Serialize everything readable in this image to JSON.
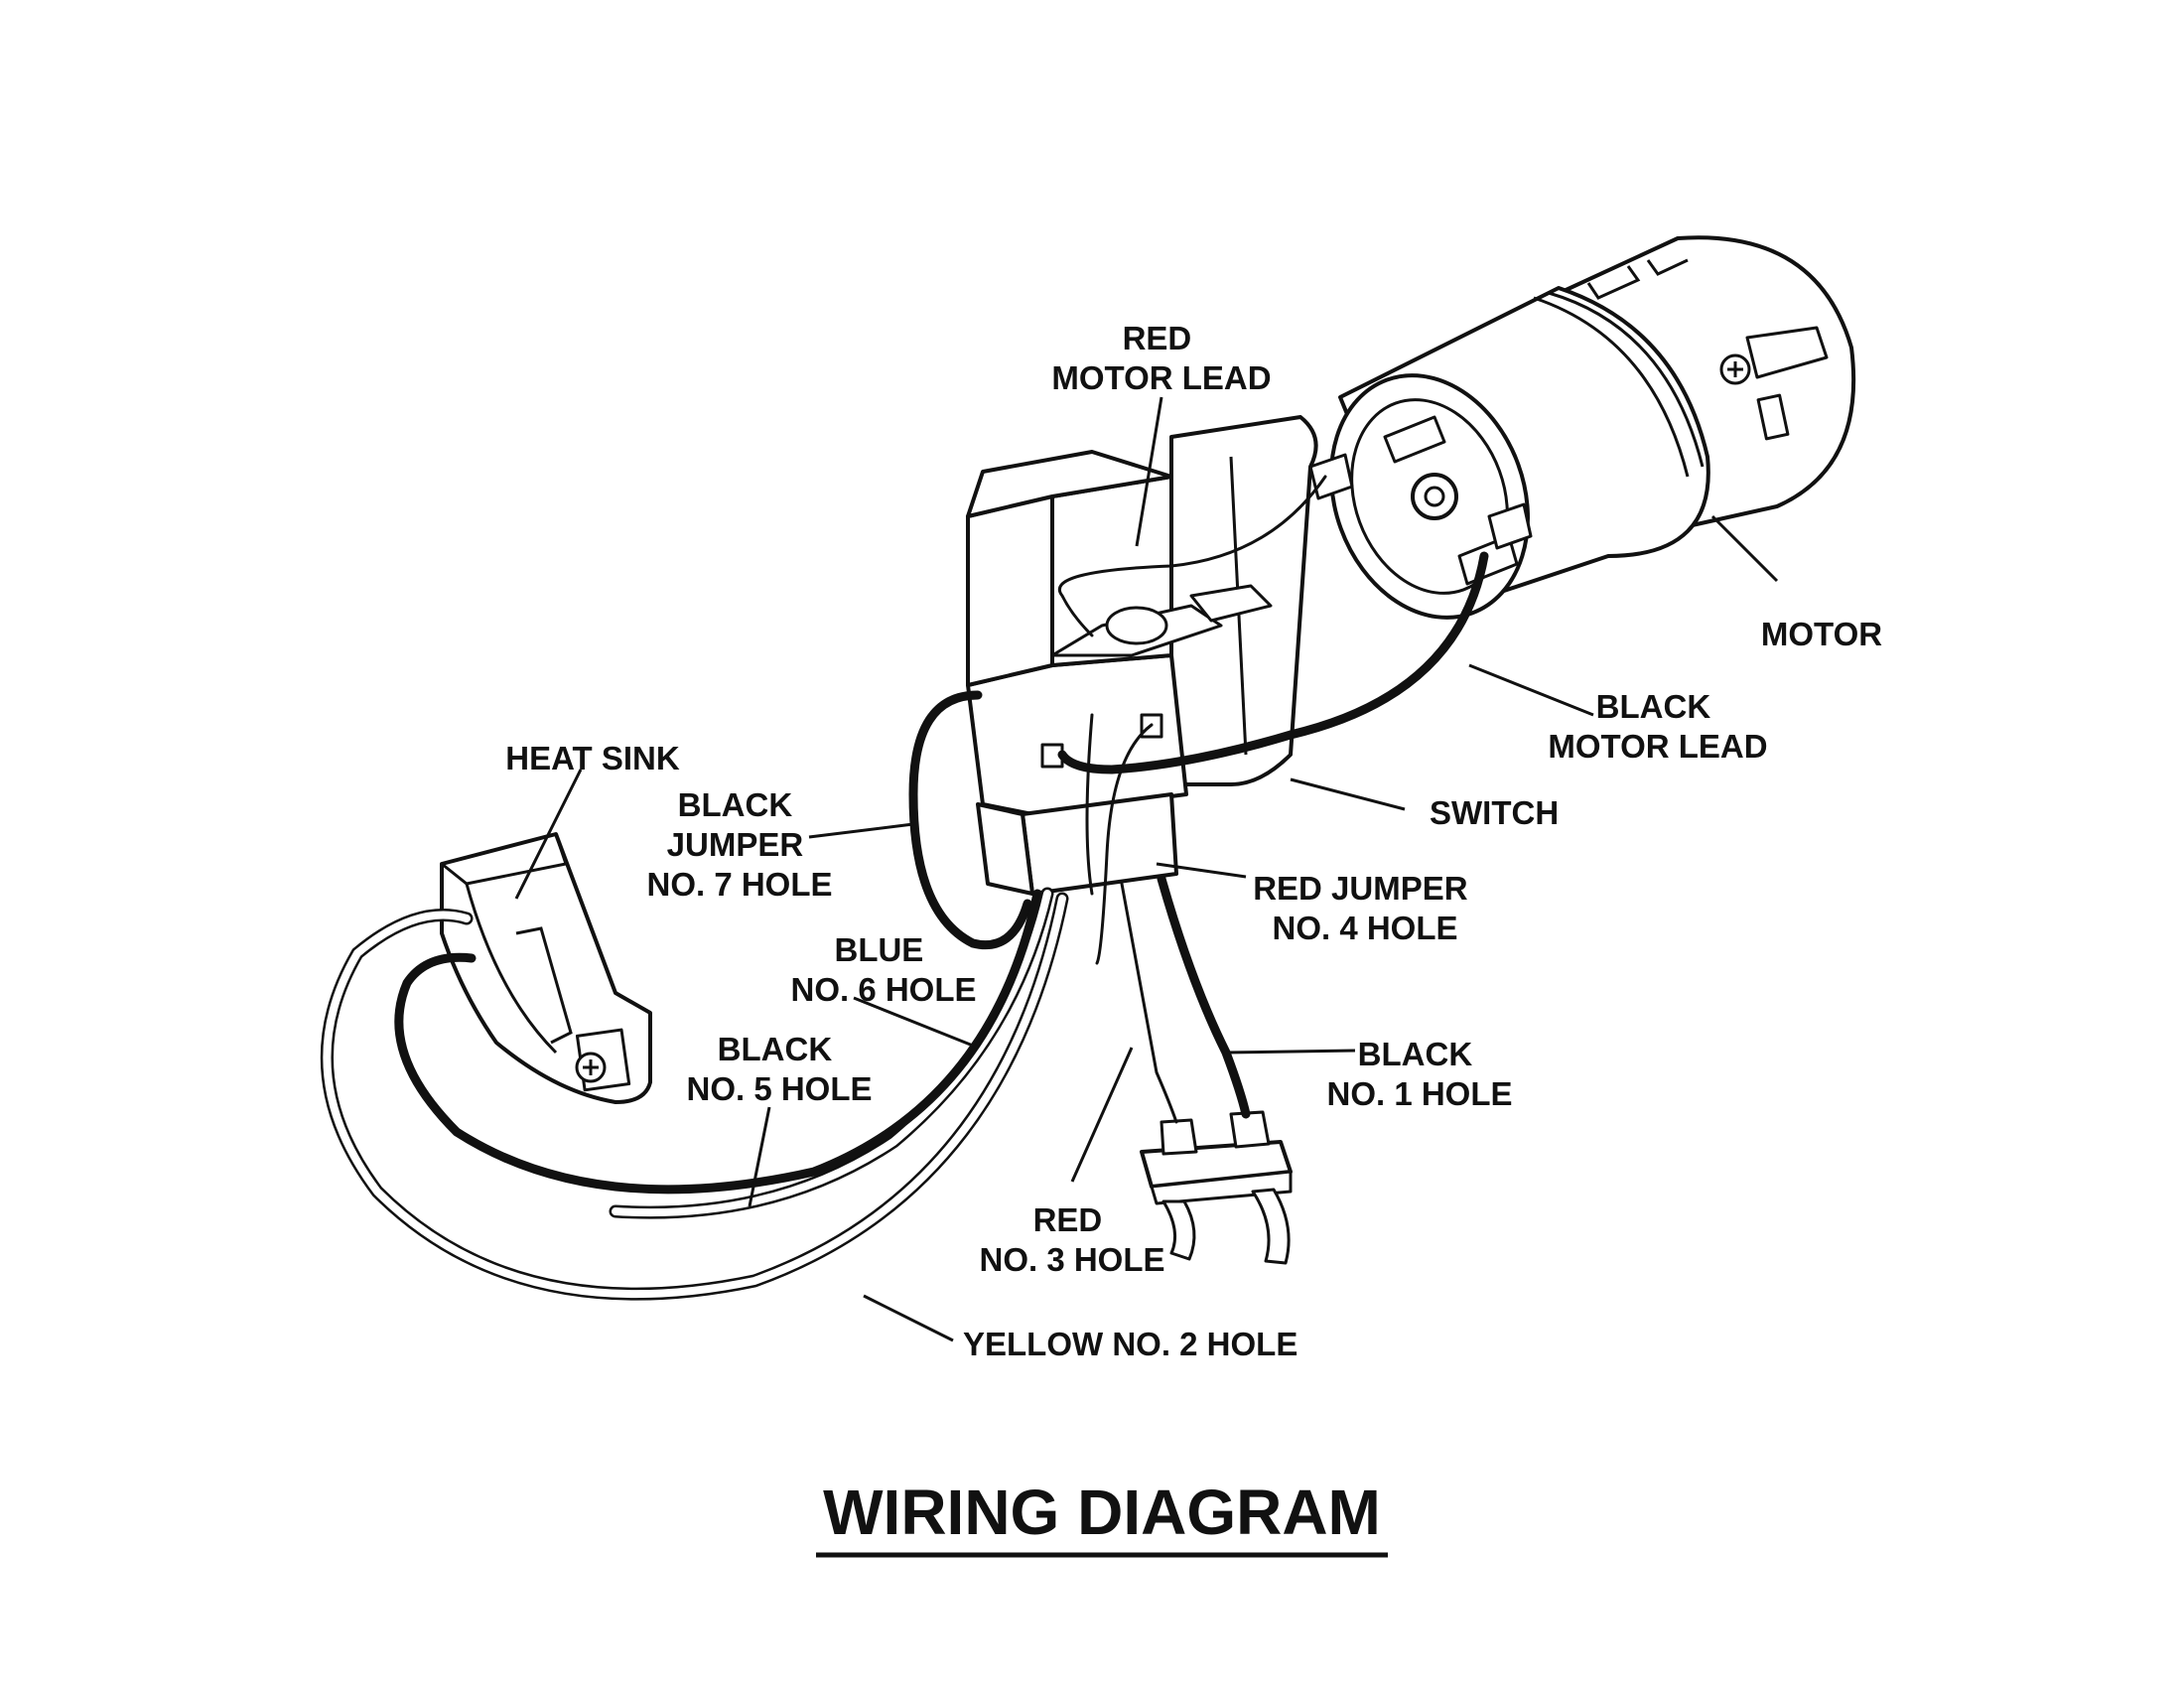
{
  "title": "WIRING DIAGRAM",
  "labels": {
    "red_motor_lead": [
      "RED",
      "MOTOR LEAD"
    ],
    "motor": [
      "MOTOR"
    ],
    "black_motor_lead": [
      "BLACK",
      "MOTOR LEAD"
    ],
    "switch": [
      "SWITCH"
    ],
    "heat_sink": [
      "HEAT SINK"
    ],
    "black_jumper": [
      "BLACK",
      "JUMPER",
      "NO. 7 HOLE"
    ],
    "red_jumper": [
      "RED JUMPER",
      "NO. 4 HOLE"
    ],
    "blue": [
      "BLUE",
      "NO. 6 HOLE"
    ],
    "black_5": [
      "BLACK",
      "NO. 5 HOLE"
    ],
    "black_1": [
      "BLACK",
      "NO. 1 HOLE"
    ],
    "red_3": [
      "RED",
      "NO. 3 HOLE"
    ],
    "yellow_2": [
      "YELLOW NO. 2 HOLE"
    ]
  },
  "components": [
    "motor-icon",
    "switch-icon",
    "heat-sink-icon",
    "battery-terminal-icon"
  ]
}
